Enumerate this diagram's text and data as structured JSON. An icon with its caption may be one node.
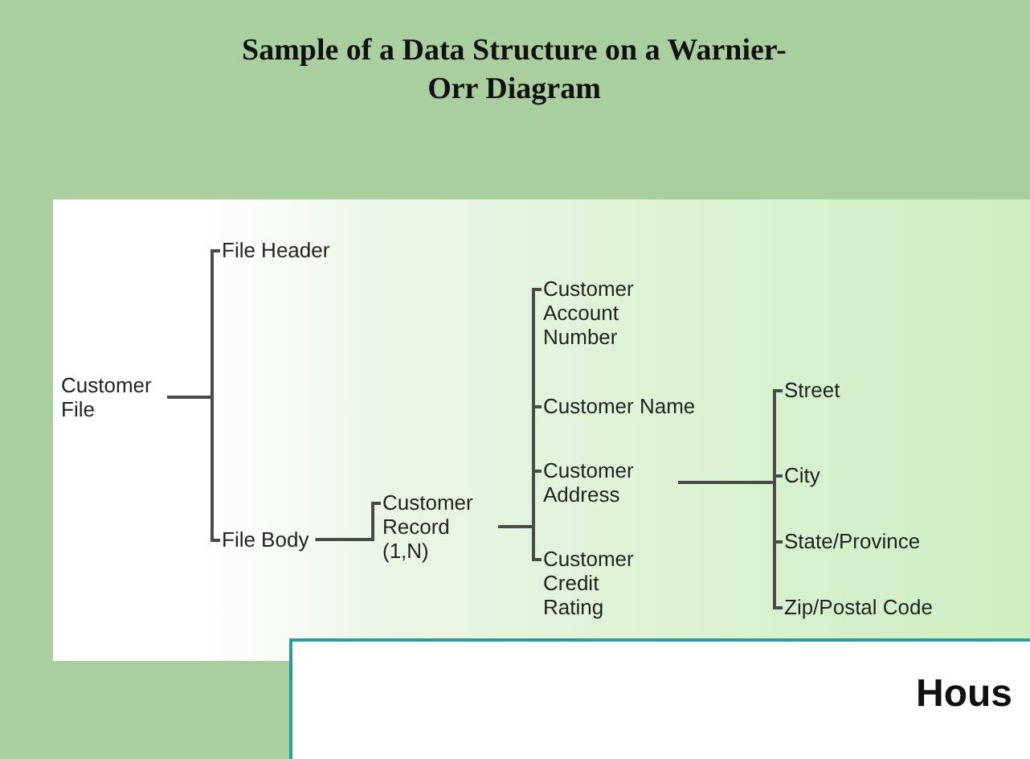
{
  "diagram": {
    "title": "Sample of a Data Structure on a Warnier-Orr Diagram",
    "nodes": [
      {
        "text": [
          "Customer File"
        ]
      },
      {
        "text": [
          "File Header"
        ]
      },
      {
        "text": [
          "File Body"
        ]
      },
      {
        "text": [
          "Customer Record (1,N)"
        ]
      },
      {
        "text": [
          "Customer Account Number"
        ]
      },
      {
        "text": [
          "Customer Name"
        ]
      },
      {
        "text": [
          "Customer Address"
        ]
      },
      {
        "text": [
          "Customer Credit Rating"
        ]
      },
      {
        "text": [
          "Street"
        ]
      },
      {
        "text": [
          "City"
        ]
      },
      {
        "text": [
          "State/Province"
        ]
      },
      {
        "text": [
          "Zip/Postal Code"
        ]
      }
    ],
    "edges": [
      {
        "from": 0,
        "to": 1,
        "arrow": "none"
      },
      {
        "from": 0,
        "to": 2,
        "arrow": "none"
      },
      {
        "from": 2,
        "to": 3,
        "arrow": "none"
      },
      {
        "from": 3,
        "to": 4,
        "arrow": "none"
      },
      {
        "from": 3,
        "to": 5,
        "arrow": "none"
      },
      {
        "from": 3,
        "to": 6,
        "arrow": "none"
      },
      {
        "from": 3,
        "to": 7,
        "arrow": "none"
      },
      {
        "from": 6,
        "to": 8,
        "arrow": "none"
      },
      {
        "from": 6,
        "to": 9,
        "arrow": "none"
      },
      {
        "from": 6,
        "to": 10,
        "arrow": "none"
      },
      {
        "from": 6,
        "to": 11,
        "arrow": "none"
      }
    ],
    "labels": [
      "Hous"
    ]
  }
}
